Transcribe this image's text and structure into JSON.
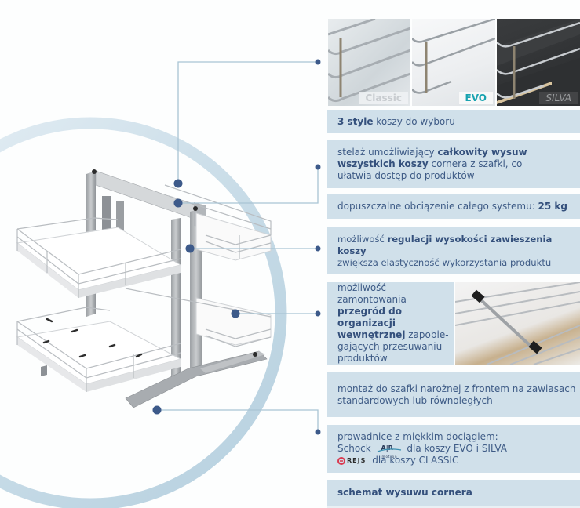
{
  "style_photos": [
    {
      "label": "Classic",
      "label_color": "#c8ccd0"
    },
    {
      "label": "EVO",
      "label_color": "#1aa3b0"
    },
    {
      "label": "SILVA",
      "label_color": "#9a9c9e"
    }
  ],
  "features": [
    {
      "bold": "3 style",
      "text": " koszy do wyboru"
    },
    {
      "pre": "stelaż umożliwiający ",
      "bold": "całkowity wysuw wszystkich koszy",
      "post": " cornera z szafki, co ułatwia dostęp do produktów"
    },
    {
      "pre": "dopuszczalne obciążenie całego systemu: ",
      "bold": "25 kg"
    },
    {
      "pre": "możliwość ",
      "bold": "regulacji wysokości zawieszenia koszy",
      "post": " zwiększa elastyczność wykorzystania produktu"
    },
    {
      "pre": "możliwość zamontowania ",
      "bold": "przegród do organizacji wewnętrznej",
      "post": " zapobie-gających przesuwaniu produktów"
    },
    {
      "text": "montaż do szafki narożnej z frontem na zawiasach standardowych lub równoległych"
    },
    {
      "line1": "prowadnice z miękkim dociągiem:",
      "line2_pre": "Schock",
      "line2_post": "dla koszy EVO i SILVA",
      "line3": "dla koszy CLASSIC",
      "logo_air_top": "A|R",
      "logo_air_bottom": "motion",
      "logo_rejs": "REJS"
    },
    {
      "bold": "schemat wysuwu cornera"
    }
  ],
  "colors": {
    "box_bg": "#d0e0ea",
    "text": "#3e5b86",
    "callout_line": "#a9c4d4",
    "callout_dot": "#3d5a8a",
    "arc": "#c9dde8"
  }
}
